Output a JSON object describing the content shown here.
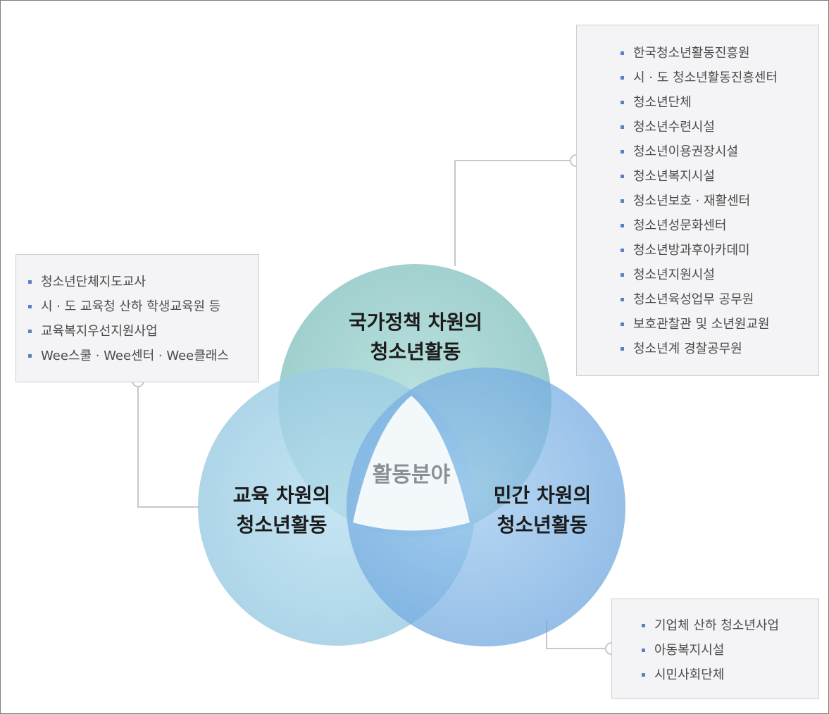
{
  "diagram": {
    "center_label": "활동분야",
    "circles": {
      "top": [
        "국가정책 차원의",
        "청소년활동"
      ],
      "left": [
        "교육 차원의",
        "청소년활동"
      ],
      "right": [
        "민간 차원의",
        "청소년활동"
      ]
    },
    "colors": {
      "top_circle": "#9ed1cf",
      "left_circle": "#a7d3e8",
      "right_circle": "#78ade2",
      "bullet": "#5d7fc2",
      "box_bg": "#f4f4f6",
      "connector": "#c8c8c8"
    }
  },
  "lists": {
    "education": [
      "청소년단체지도교사",
      "시 · 도 교육청 산하 학생교육원 등",
      "교육복지우선지원사업",
      "Wee스쿨 · Wee센터 · Wee클래스"
    ],
    "national": [
      "한국청소년활동진흥원",
      "시 · 도 청소년활동진흥센터",
      "청소년단체",
      "청소년수련시설",
      "청소년이용권장시설",
      "청소년복지시설",
      "청소년보호 · 재활센터",
      "청소년성문화센터",
      "청소년방과후아카데미",
      "청소년지원시설",
      "청소년육성업무 공무원",
      "보호관찰관 및 소년원교원",
      "청소년계 경찰공무원"
    ],
    "private": [
      "기업체 산하 청소년사업",
      "아동복지시설",
      "시민사회단체"
    ]
  }
}
